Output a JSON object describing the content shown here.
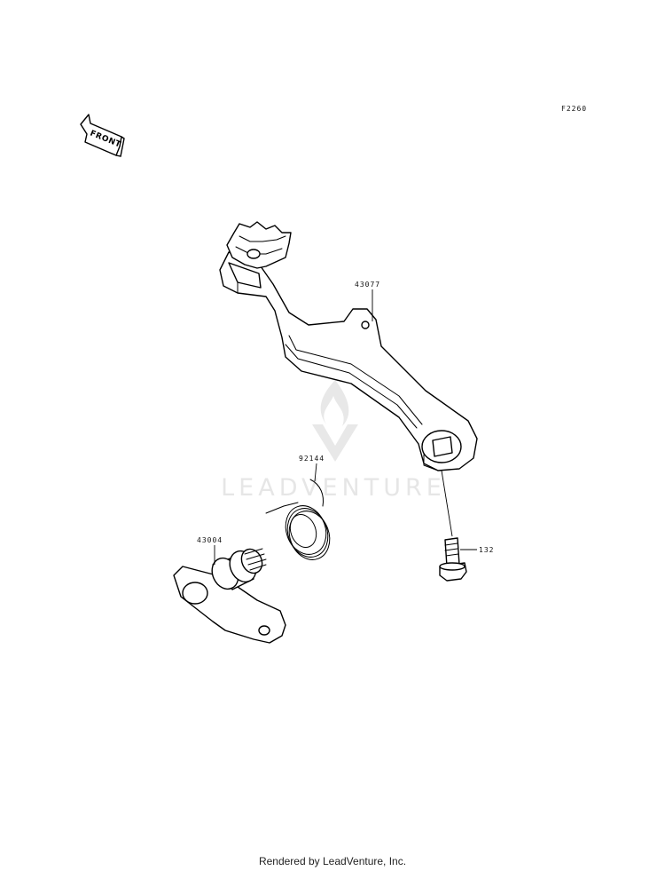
{
  "diagram_code": "F2260",
  "front_arrow": {
    "label": "FRONT",
    "icon": "front-arrow-icon"
  },
  "watermark": {
    "text": "LEADVENTURE",
    "icon": "leadventure-flame-logo",
    "color": "#e3e3e3"
  },
  "parts": [
    {
      "part_number": "43077",
      "description_icon": "brake-pedal"
    },
    {
      "part_number": "92144",
      "description_icon": "torsion-spring"
    },
    {
      "part_number": "43004",
      "description_icon": "pedal-pivot-shaft"
    },
    {
      "part_number": "132",
      "description_icon": "flange-bolt"
    }
  ],
  "footer": {
    "text": "Rendered by LeadVenture, Inc."
  }
}
